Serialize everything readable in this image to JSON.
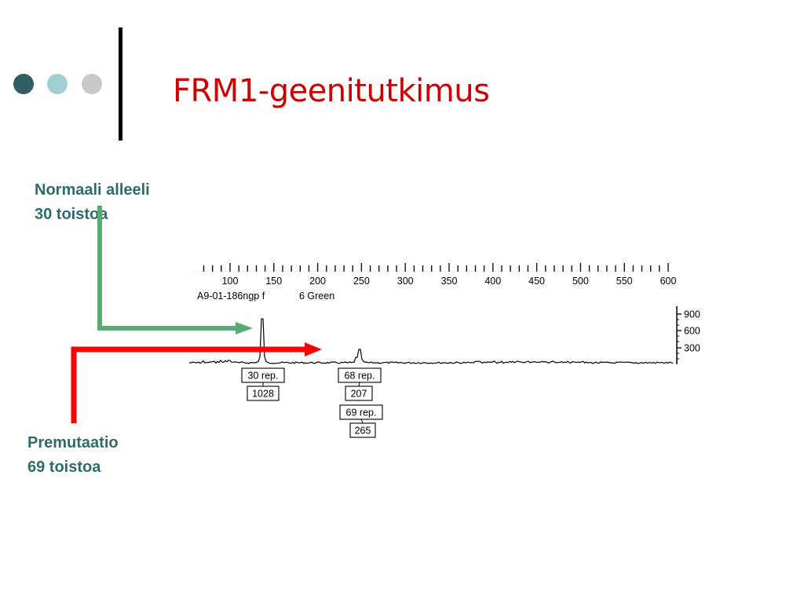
{
  "slide": {
    "title": "FRM1-geenitutkimus",
    "title_color": "#cc0000",
    "text_color": "#2f6b6b",
    "bullet_dots": [
      {
        "name": "dark-teal-dot",
        "color": "#2f5f63"
      },
      {
        "name": "light-teal-dot",
        "color": "#9fcfd3"
      },
      {
        "name": "gray-dot",
        "color": "#c8c8c8"
      }
    ]
  },
  "annotations": {
    "normal": {
      "line1": "Normaali alleeli",
      "line2": "30 toistoa",
      "arrow_color": "#5aaa74"
    },
    "premutation": {
      "line1": "Premutaatio",
      "line2": "69 toistoa",
      "arrow_color": "#ff0000"
    }
  },
  "chart_data": {
    "type": "line",
    "sample_label": "A9-01-186ngp f",
    "dye_label": "6 Green",
    "x_ticks": [
      "100",
      "150",
      "200",
      "250",
      "300",
      "350",
      "400",
      "450",
      "500",
      "550",
      "600"
    ],
    "y_ticks": [
      "900",
      "600",
      "300"
    ],
    "peaks": [
      {
        "repeats": "30 rep.",
        "height": "1028"
      },
      {
        "repeats": "68 rep.",
        "height": "207"
      },
      {
        "repeats": "69 rep.",
        "height": "265"
      }
    ]
  }
}
